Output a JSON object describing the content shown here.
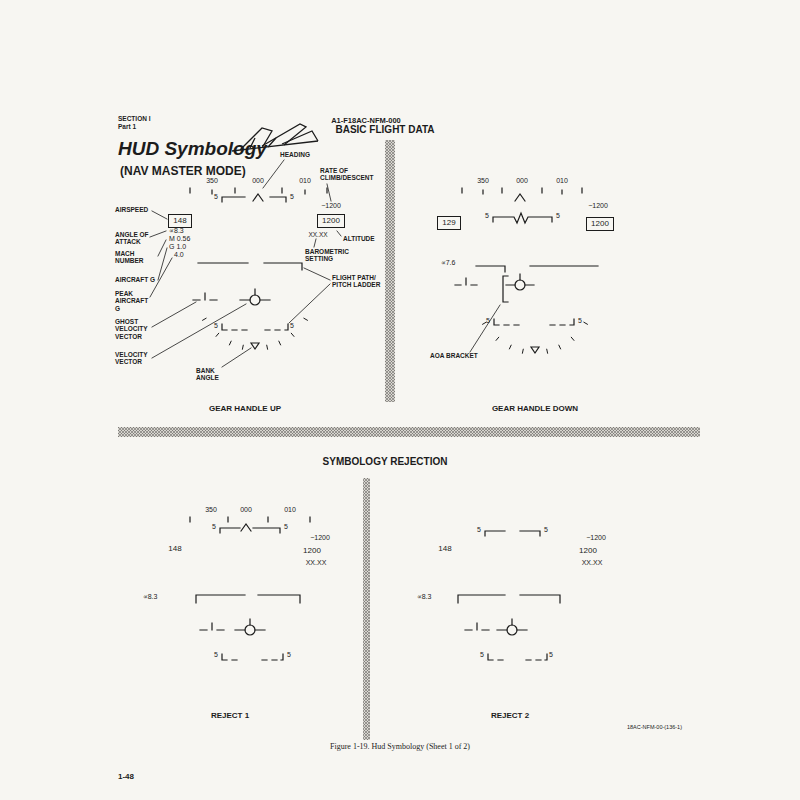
{
  "diagram": {
    "title": "HUD Symbology",
    "caption": "Figure 1-19. Hud Symbology (Sheet 1 of 2)",
    "nodes": [
      {
        "text": [
          "148"
        ]
      },
      {
        "text": [
          "1200"
        ]
      },
      {
        "text": [
          "129"
        ]
      },
      {
        "text": [
          "1200"
        ]
      }
    ],
    "labels": [
      "SECTION I",
      "Part 1",
      "A1-F18AC-NFM-000",
      "(NAV MASTER MODE)",
      "BASIC FLIGHT DATA",
      "350",
      "000",
      "010",
      "5",
      "5",
      "HEADING",
      "RATE OF CLIMB/DESCENT",
      "−1200",
      "XX.XX",
      "ALTITUDE",
      "BAROMETRIC SETTING",
      "AIRSPEED",
      "ANGLE OF ATTACK",
      "∝8.3",
      "MACH NUMBER",
      "M 0.56",
      "G 1.0",
      "4.0",
      "AIRCRAFT G",
      "PEAK AIRCRAFT G",
      "FLIGHT PATH/ PITCH LADDER",
      "GHOST VELOCITY VECTOR",
      "VELOCITY VECTOR",
      "5",
      "5",
      "BANK ANGLE",
      "GEAR HANDLE UP",
      "350",
      "000",
      "010",
      "5",
      "5",
      "−1200",
      "∝7.6",
      "AOA BRACKET",
      "5",
      "5",
      "GEAR HANDLE DOWN",
      "SYMBOLOGY REJECTION",
      "350",
      "000",
      "010",
      "5",
      "5",
      "148",
      "−1200",
      "1200",
      "XX.XX",
      "∝8.3",
      "5",
      "5",
      "REJECT 1",
      "5",
      "5",
      "148",
      "−1200",
      "1200",
      "XX.XX",
      "∝8.3",
      "5",
      "5",
      "REJECT 2",
      "18AC-NFM-00-(136-1)",
      "1-48"
    ]
  }
}
